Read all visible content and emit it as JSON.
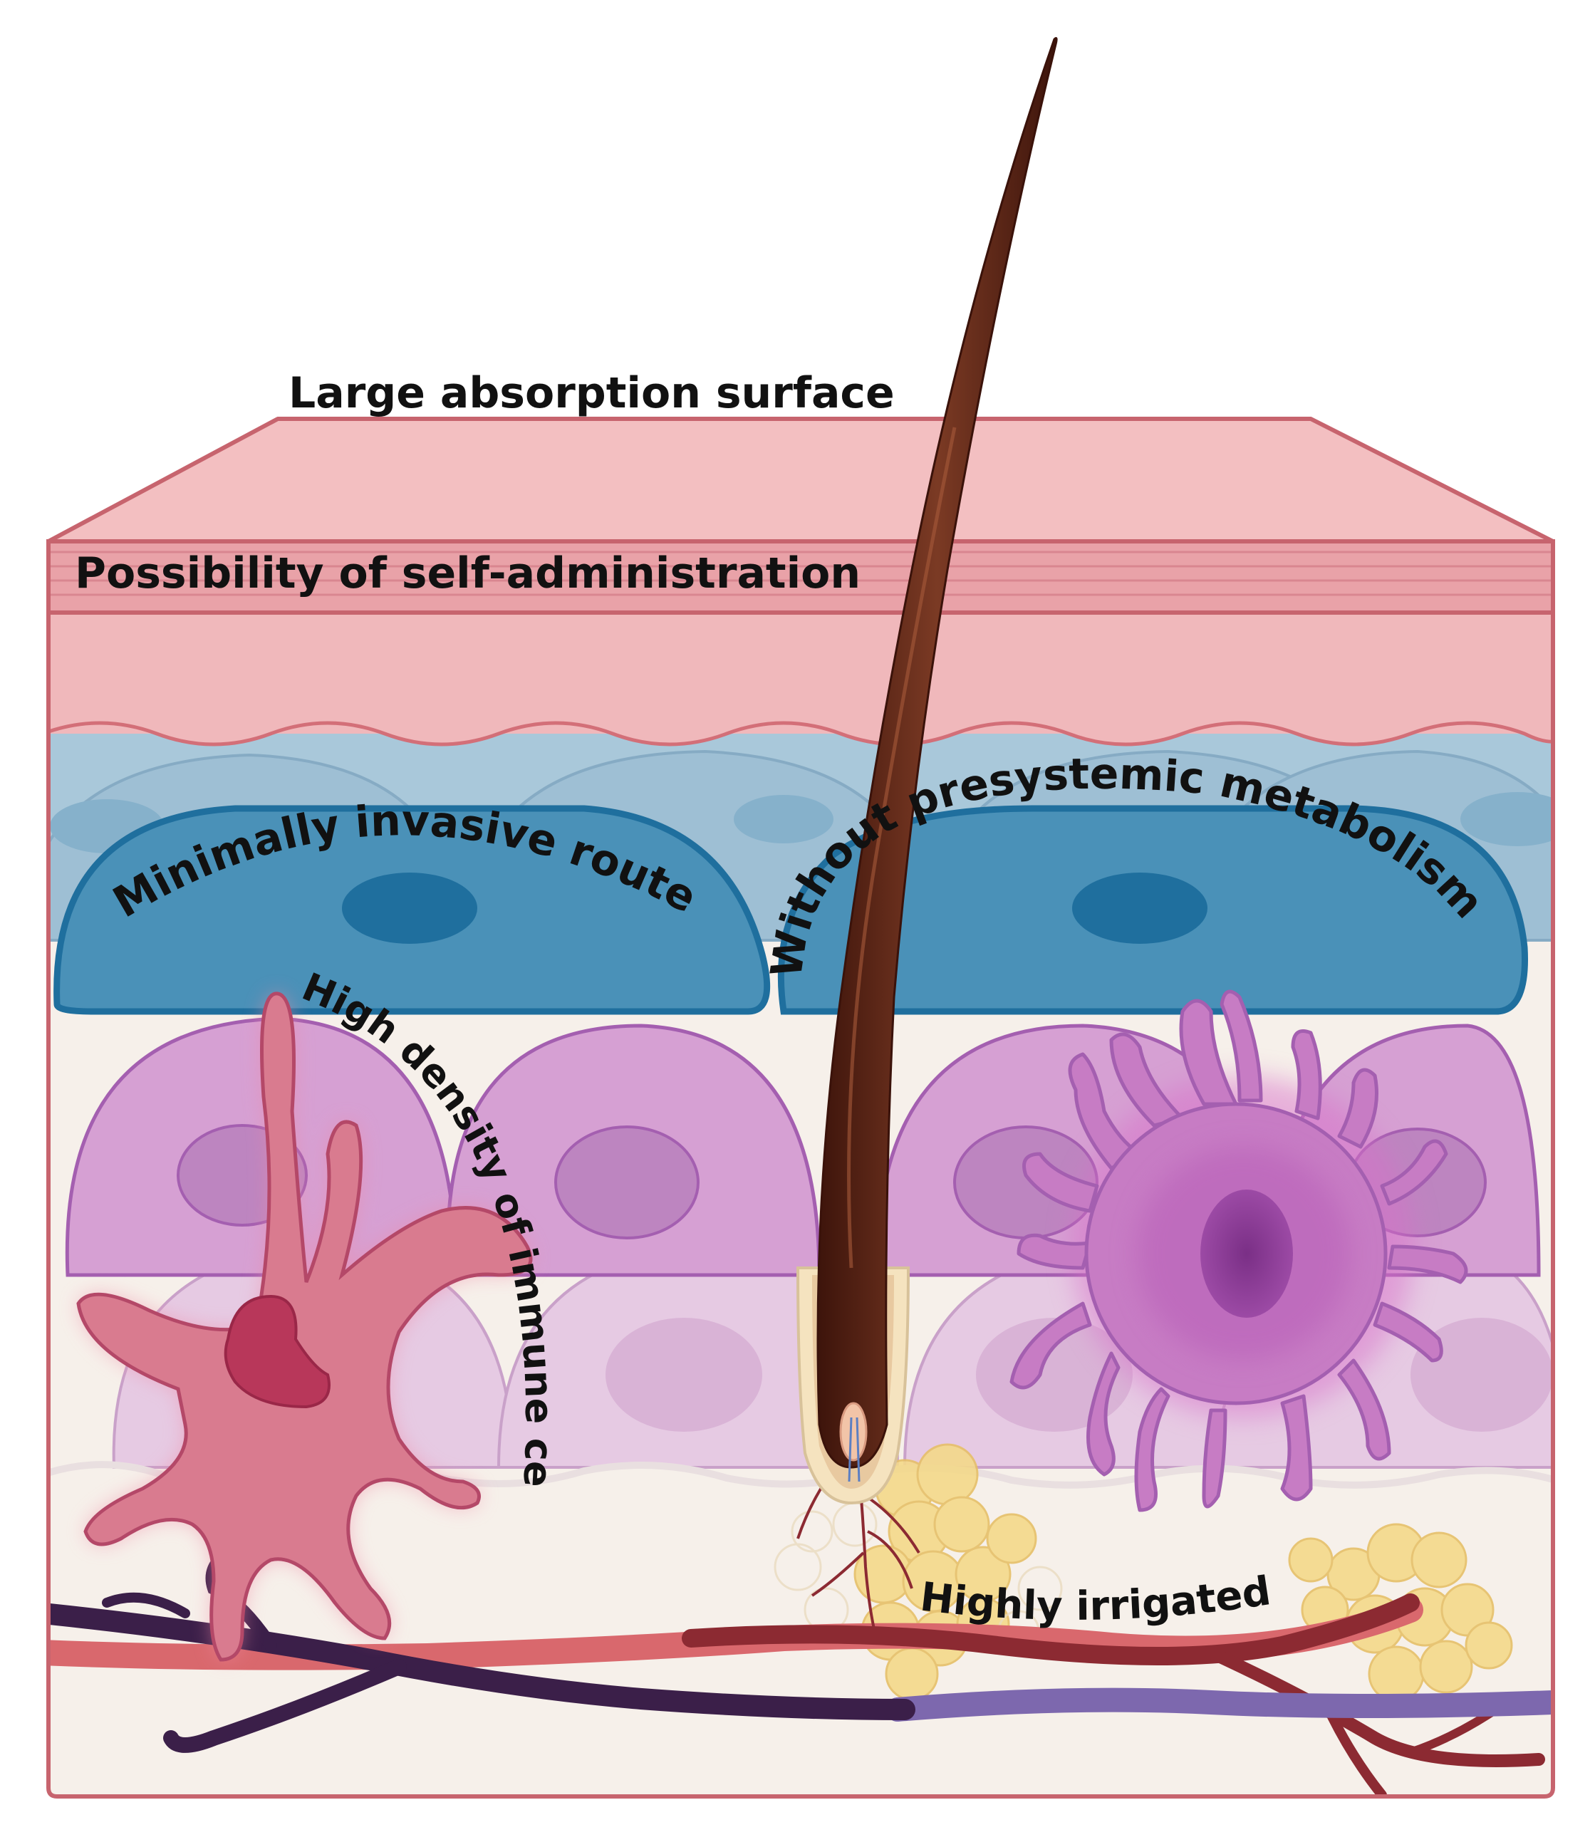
{
  "labels": {
    "large_absorption": "Large absorption surface",
    "self_administration": "Possibility of self-administration",
    "minimally_invasive": "Minimally invasive route",
    "presystemic": "Without presystemic metabolism",
    "immune_cells": "High density of immune cells",
    "irrigated": "Highly irrigated"
  },
  "colors": {
    "stratum_corneum": "#f0b8bb",
    "stratum_border": "#c7646e",
    "upper_blue": "#9dbfd3",
    "blue_cell": "#4a91b8",
    "blue_nucleus": "#1f6f9e",
    "purple_cell": "#d6a0d3",
    "purple_border": "#a45fb0",
    "light_purple": "#e8cde5",
    "dendritic_pink": "#d97b8f",
    "langerhans_purple": "#c77cc4",
    "hair": "#5a2418",
    "artery": "#d9686d",
    "vein": "#3b1f49",
    "fat": "#f4d98a",
    "dermis": "#f6f0ea"
  }
}
